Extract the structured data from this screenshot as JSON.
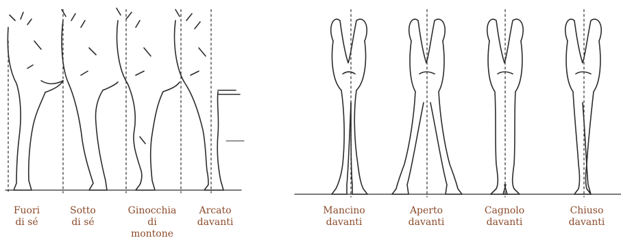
{
  "colors": {
    "ink": "#2b2b2b",
    "caption": "#8a4a2a",
    "background": "#ffffff"
  },
  "side_view_panel": {
    "items": [
      {
        "lines": [
          "Fuori",
          "di sé"
        ]
      },
      {
        "lines": [
          "Sotto",
          "di sé"
        ]
      },
      {
        "lines": [
          "Ginocchia",
          "di",
          "montone"
        ]
      },
      {
        "lines": [
          "Arcato",
          "davanti"
        ]
      }
    ]
  },
  "front_view_panel": {
    "items": [
      {
        "lines": [
          "Mancino",
          "davanti"
        ]
      },
      {
        "lines": [
          "Aperto",
          "davanti"
        ]
      },
      {
        "lines": [
          "Cagnolo",
          "davanti"
        ]
      },
      {
        "lines": [
          "Chiuso",
          "davanti"
        ]
      }
    ]
  }
}
